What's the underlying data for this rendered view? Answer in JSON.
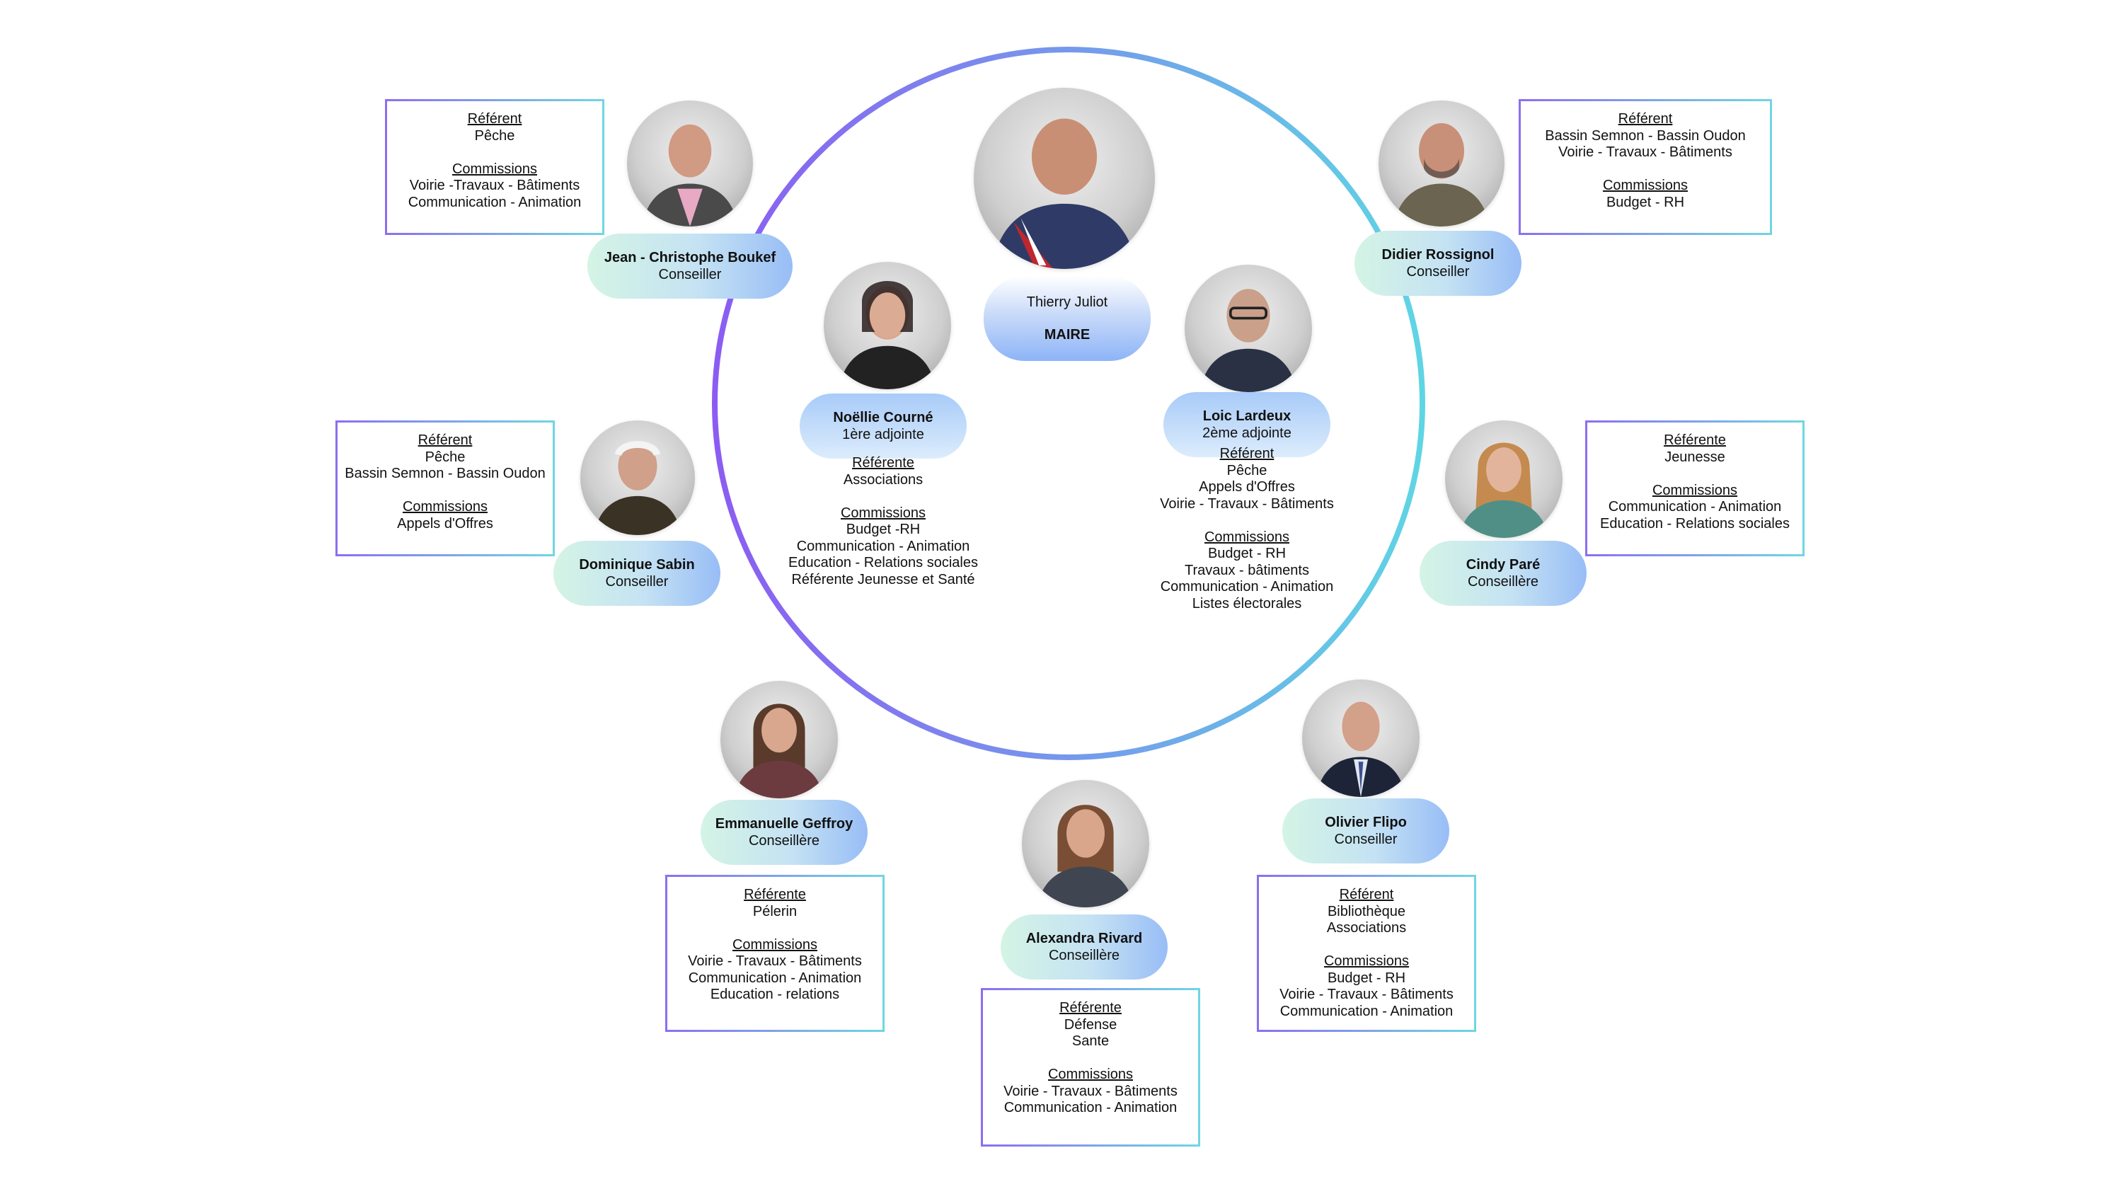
{
  "mayor": {
    "name": "Thierry Juliot",
    "role": "MAIRE"
  },
  "adjoint1": {
    "name": "Noëllie Courné",
    "role": "1ère adjointe",
    "referent_title": "Référente",
    "referent_items": [
      "Associations"
    ],
    "commissions_title": "Commissions",
    "commissions_items": [
      "Budget -RH",
      "Communication - Animation",
      "Education - Relations sociales",
      "Référente Jeunesse et Santé"
    ]
  },
  "adjoint2": {
    "name": "Loic Lardeux",
    "role": "2ème adjointe",
    "referent_title": "Référent",
    "referent_items": [
      "Pêche",
      "Appels d'Offres",
      "Voirie - Travaux - Bâtiments"
    ],
    "commissions_title": "Commissions",
    "commissions_items": [
      "Budget - RH",
      "Travaux - bâtiments",
      "Communication - Animation",
      "Listes électorales"
    ]
  },
  "boukef": {
    "name": "Jean - Christophe Boukef",
    "role": "Conseiller",
    "referent_title": "Référent",
    "referent_items": [
      "Pêche"
    ],
    "commissions_title": "Commissions",
    "commissions_items": [
      "Voirie -Travaux - Bâtiments",
      "Communication - Animation"
    ]
  },
  "rossignol": {
    "name": "Didier Rossignol",
    "role": "Conseiller",
    "referent_title": "Référent",
    "referent_items": [
      "Bassin Semnon - Bassin Oudon",
      "Voirie - Travaux - Bâtiments"
    ],
    "commissions_title": "Commissions",
    "commissions_items": [
      "Budget - RH"
    ]
  },
  "sabin": {
    "name": "Dominique Sabin",
    "role": "Conseiller",
    "referent_title": "Référent",
    "referent_items": [
      "Pêche",
      "Bassin Semnon - Bassin Oudon"
    ],
    "commissions_title": "Commissions",
    "commissions_items": [
      "Appels d'Offres"
    ]
  },
  "pare": {
    "name": "Cindy Paré",
    "role": "Conseillère",
    "referent_title": "Référente",
    "referent_items": [
      "Jeunesse"
    ],
    "commissions_title": "Commissions",
    "commissions_items": [
      "Communication - Animation",
      "Education - Relations sociales"
    ]
  },
  "geffroy": {
    "name": "Emmanuelle Geffroy",
    "role": "Conseillère",
    "referent_title": "Référente",
    "referent_items": [
      "Pélerin"
    ],
    "commissions_title": "Commissions",
    "commissions_items": [
      "Voirie - Travaux - Bâtiments",
      "Communication - Animation",
      "Education - relations"
    ]
  },
  "rivard": {
    "name": "Alexandra Rivard",
    "role": "Conseillère",
    "referent_title": "Référente",
    "referent_items": [
      "Défense",
      "Sante"
    ],
    "commissions_title": "Commissions",
    "commissions_items": [
      "Voirie - Travaux - Bâtiments",
      "Communication - Animation"
    ]
  },
  "flipo": {
    "name": "Olivier Flipo",
    "role": "Conseiller",
    "referent_title": "Référent",
    "referent_items": [
      "Bibliothèque",
      "Associations"
    ],
    "commissions_title": "Commissions",
    "commissions_items": [
      "Budget - RH",
      "Voirie - Travaux - Bâtiments",
      "Communication - Animation"
    ]
  },
  "colors": {
    "ring_start": "#8c5cf2",
    "ring_end": "#5fd5e4"
  }
}
